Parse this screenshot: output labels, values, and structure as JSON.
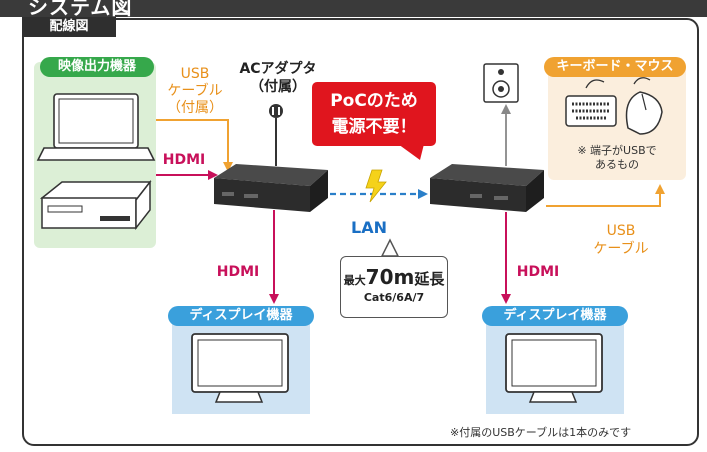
{
  "header": {
    "title": "システム図"
  },
  "section_tab": "配線図",
  "source": {
    "label": "映像出力機器"
  },
  "usb_cable_included": {
    "line1": "USB",
    "line2": "ケーブル",
    "line3": "（付属）"
  },
  "hdmi_in": "HDMI",
  "ac_adapter": {
    "line1": "ACアダプタ",
    "line2": "（付属）"
  },
  "poc_callout": {
    "line1": "PoCのため",
    "line2": "電源不要！"
  },
  "lan_label": "LAN",
  "lan_spec": {
    "prefix": "最大",
    "distance": "70m",
    "suffix": "延長",
    "cables": "Cat6/6A/7"
  },
  "hdmi_out_left": "HDMI",
  "hdmi_out_right": "HDMI",
  "display_left": {
    "label": "ディスプレイ機器"
  },
  "display_right": {
    "label": "ディスプレイ機器"
  },
  "peripheral": {
    "label": "キーボード・マウス",
    "note_line1": "※ 端子がUSBで",
    "note_line2": "あるもの"
  },
  "usb_cable_right": {
    "line1": "USB",
    "line2": "ケーブル"
  },
  "footnote": "※付属のUSBケーブルは1本のみです",
  "colors": {
    "green_bg": "#dcefd6",
    "green_label": "#36a84b",
    "orange_bg": "#fbeedd",
    "orange_label": "#f0a231",
    "blue_bg": "#cfe3f3",
    "blue_label": "#3aa0dc",
    "magenta": "#c8105a",
    "orange_line": "#f0a231",
    "lan_dash": "#2a7fc9",
    "red_callout": "#e0151e",
    "bolt": "#f5d21a"
  }
}
